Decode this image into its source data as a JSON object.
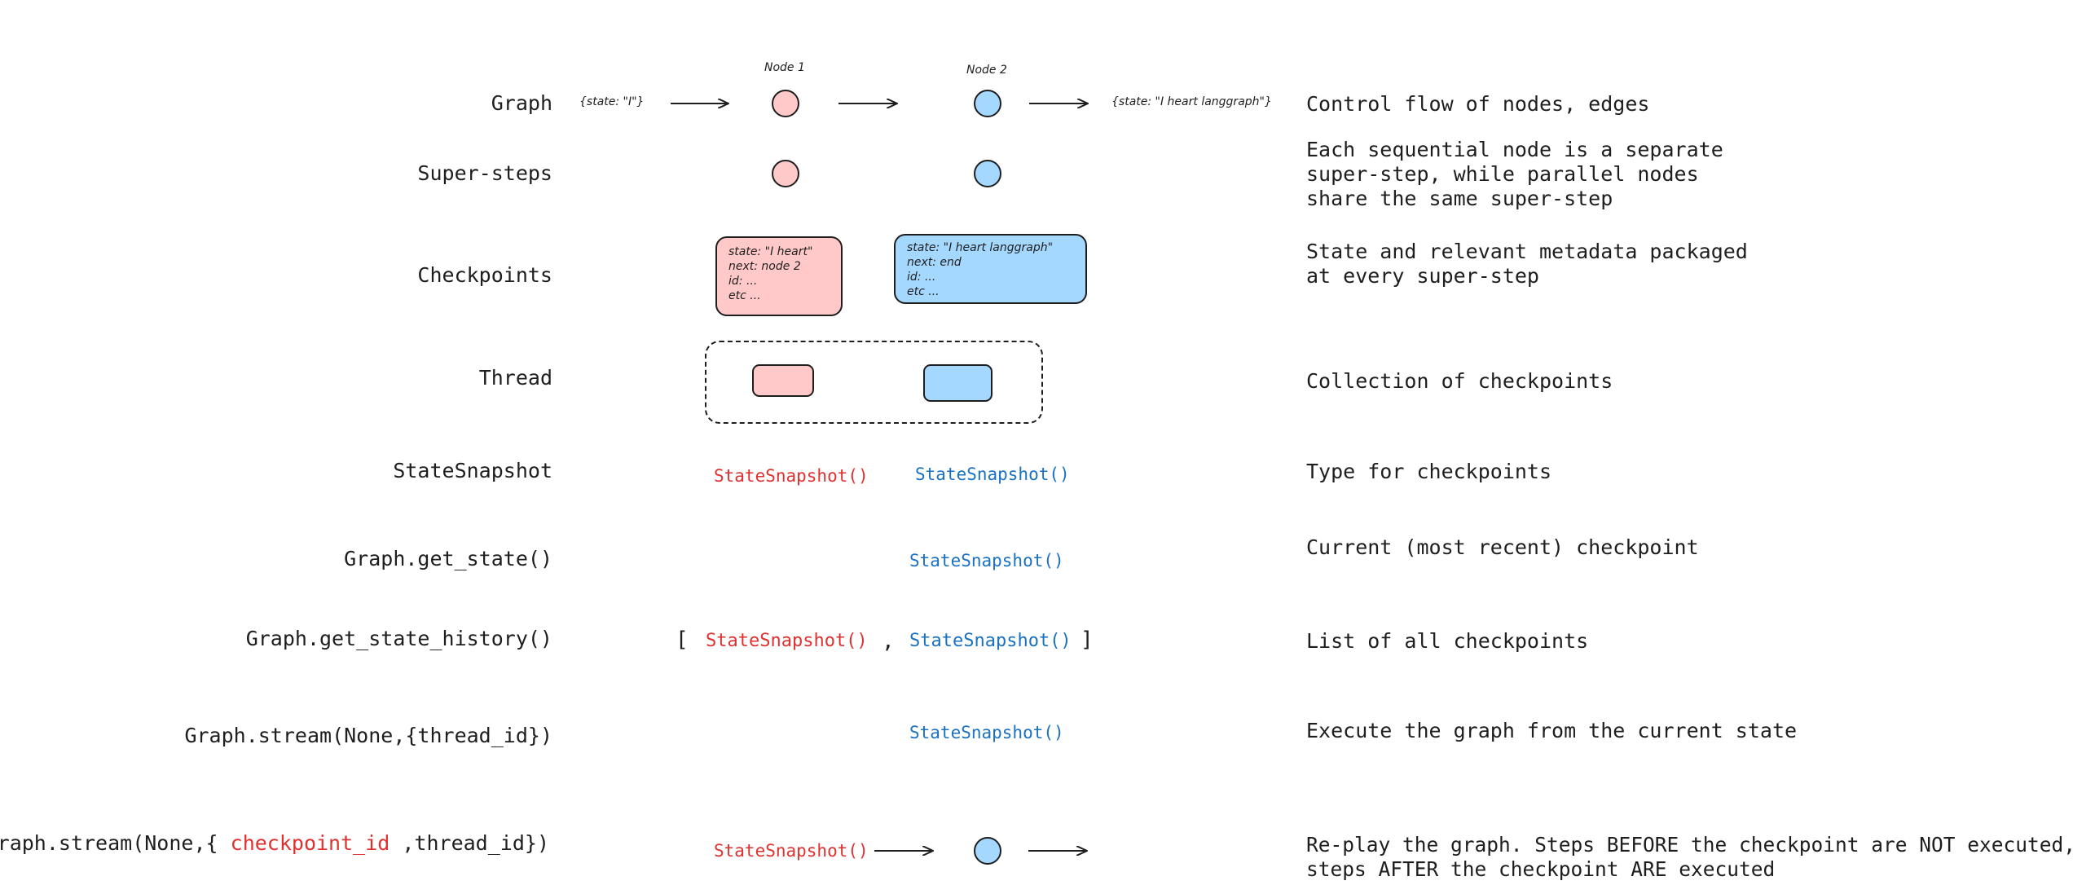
{
  "labels": {
    "graph": "Graph",
    "super_steps": "Super-steps",
    "checkpoints": "Checkpoints",
    "thread": "Thread",
    "state_snapshot": "StateSnapshot",
    "get_state": "Graph.get_state()",
    "get_state_history": "Graph.get_state_history()",
    "stream_thread": "Graph.stream(None,{thread_id})",
    "stream_checkpoint_prefix": "Graph.stream(None,{",
    "stream_checkpoint_highlight": "checkpoint_id",
    "stream_checkpoint_suffix": ",thread_id})"
  },
  "graph": {
    "node1_label": "Node 1",
    "node2_label": "Node 2",
    "input_state": "{state: \"I\"}",
    "output_state": "{state: \"I heart langgraph\"}"
  },
  "checkpoint_boxes": {
    "pink": {
      "line1": "state: \"I heart\"",
      "line2": "next: node 2",
      "line3": "id: ...",
      "line4": "etc ..."
    },
    "blue": {
      "line1": "state: \"I heart langgraph\"",
      "line2": "next: end",
      "line3": "id: ...",
      "line4": "etc ..."
    }
  },
  "snapshots": {
    "text": "StateSnapshot()",
    "open_bracket": "[",
    "comma": ",",
    "close_bracket": "]"
  },
  "descriptions": {
    "graph": "Control flow of nodes, edges",
    "super_steps_1": "Each sequential node is a separate",
    "super_steps_2": "super-step, while parallel nodes",
    "super_steps_3": "share the same super-step",
    "checkpoints_1": "State and relevant metadata packaged",
    "checkpoints_2": "at every super-step",
    "thread": "Collection of checkpoints",
    "state_snapshot": "Type for checkpoints",
    "get_state": "Current (most recent) checkpoint",
    "get_state_history": "List of all checkpoints",
    "stream_thread": "Execute the graph from the current state",
    "stream_checkpoint_1": "Re-play the graph. Steps BEFORE the checkpoint are NOT executed,",
    "stream_checkpoint_2": "steps AFTER the checkpoint ARE executed"
  },
  "colors": {
    "pink_fill": "#ffc9c9",
    "blue_fill": "#a5d8ff",
    "red_text": "#e03131",
    "blue_text": "#1971c2",
    "stroke": "#1e1e1e"
  }
}
